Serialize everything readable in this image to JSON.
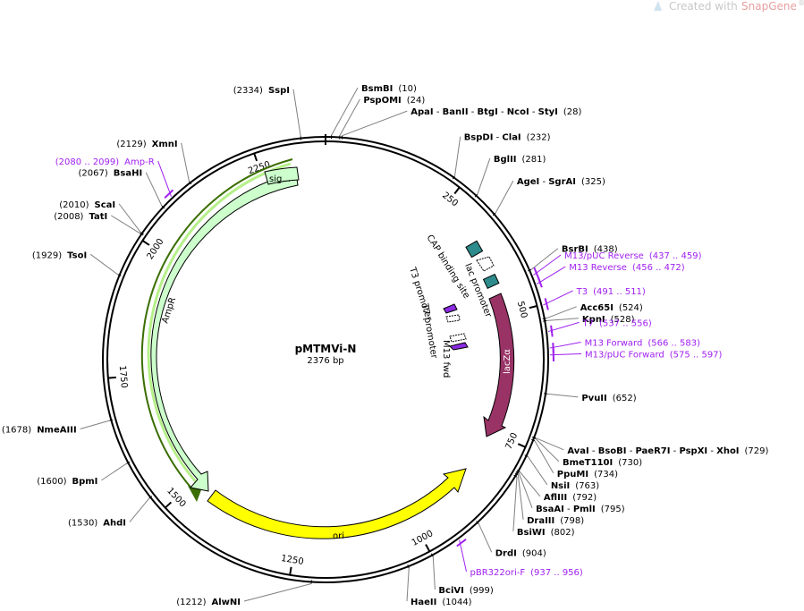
{
  "branding": {
    "created_with": "Created with",
    "app": "SnapGene",
    "mark": "®"
  },
  "plasmid": {
    "name": "pMTMVi-N",
    "size": "2376 bp",
    "length": 2376
  },
  "ticks": [
    {
      "pos": 250,
      "label": "250"
    },
    {
      "pos": 500,
      "label": "500"
    },
    {
      "pos": 750,
      "label": "750"
    },
    {
      "pos": 1000,
      "label": "1000"
    },
    {
      "pos": 1250,
      "label": "1250"
    },
    {
      "pos": 1500,
      "label": "1500"
    },
    {
      "pos": 1750,
      "label": "1750"
    },
    {
      "pos": 2000,
      "label": "2000"
    },
    {
      "pos": 2250,
      "label": "2250"
    }
  ],
  "sites": [
    {
      "pos": 2334,
      "parts": [
        {
          "t": "(2334)",
          "bold": false
        },
        {
          "t": "SspI",
          "bold": true
        }
      ]
    },
    {
      "pos": 10,
      "parts": [
        {
          "t": "BsmBI",
          "bold": true
        },
        {
          "t": "(10)",
          "bold": false
        }
      ]
    },
    {
      "pos": 24,
      "parts": [
        {
          "t": "PspOMI",
          "bold": true
        },
        {
          "t": "(24)",
          "bold": false
        }
      ]
    },
    {
      "pos": 28,
      "parts": [
        {
          "t": "ApaI",
          "bold": true
        },
        {
          "t": " - ",
          "bold": false
        },
        {
          "t": "BanII",
          "bold": true
        },
        {
          "t": " - ",
          "bold": false
        },
        {
          "t": "BtgI",
          "bold": true
        },
        {
          "t": " - ",
          "bold": false
        },
        {
          "t": "NcoI",
          "bold": true
        },
        {
          "t": " - ",
          "bold": false
        },
        {
          "t": "StyI",
          "bold": true
        },
        {
          "t": "(28)",
          "bold": false
        }
      ]
    },
    {
      "pos": 232,
      "parts": [
        {
          "t": "BspDI",
          "bold": true
        },
        {
          "t": " - ",
          "bold": false
        },
        {
          "t": "ClaI",
          "bold": true
        },
        {
          "t": "(232)",
          "bold": false
        }
      ]
    },
    {
      "pos": 281,
      "parts": [
        {
          "t": "BglII",
          "bold": true
        },
        {
          "t": "(281)",
          "bold": false
        }
      ]
    },
    {
      "pos": 325,
      "parts": [
        {
          "t": "AgeI",
          "bold": true
        },
        {
          "t": " - ",
          "bold": false
        },
        {
          "t": "SgrAI",
          "bold": true
        },
        {
          "t": "(325)",
          "bold": false
        }
      ]
    },
    {
      "pos": 438,
      "parts": [
        {
          "t": "BsrBI",
          "bold": true
        },
        {
          "t": "(438)",
          "bold": false
        }
      ]
    },
    {
      "pos": 524,
      "parts": [
        {
          "t": "Acc65I",
          "bold": true
        },
        {
          "t": "(524)",
          "bold": false
        }
      ]
    },
    {
      "pos": 528,
      "parts": [
        {
          "t": "KpnI",
          "bold": true
        },
        {
          "t": "(528)",
          "bold": false
        }
      ]
    },
    {
      "pos": 652,
      "parts": [
        {
          "t": "PvuII",
          "bold": true
        },
        {
          "t": "(652)",
          "bold": false
        }
      ]
    },
    {
      "pos": 729,
      "parts": [
        {
          "t": "AvaI",
          "bold": true
        },
        {
          "t": " - ",
          "bold": false
        },
        {
          "t": "BsoBI",
          "bold": true
        },
        {
          "t": " - ",
          "bold": false
        },
        {
          "t": "PaeR7I",
          "bold": true
        },
        {
          "t": " - ",
          "bold": false
        },
        {
          "t": "PspXI",
          "bold": true
        },
        {
          "t": " - ",
          "bold": false
        },
        {
          "t": "XhoI",
          "bold": true
        },
        {
          "t": "(729)",
          "bold": false
        }
      ]
    },
    {
      "pos": 730,
      "parts": [
        {
          "t": "BmeT110I",
          "bold": true
        },
        {
          "t": "(730)",
          "bold": false
        }
      ]
    },
    {
      "pos": 734,
      "parts": [
        {
          "t": "PpuMI",
          "bold": true
        },
        {
          "t": "(734)",
          "bold": false
        }
      ]
    },
    {
      "pos": 763,
      "parts": [
        {
          "t": "NsiI",
          "bold": true
        },
        {
          "t": "(763)",
          "bold": false
        }
      ]
    },
    {
      "pos": 792,
      "parts": [
        {
          "t": "AflIII",
          "bold": true
        },
        {
          "t": "(792)",
          "bold": false
        }
      ]
    },
    {
      "pos": 795,
      "parts": [
        {
          "t": "BsaAI",
          "bold": true
        },
        {
          "t": " - ",
          "bold": false
        },
        {
          "t": "PmlI",
          "bold": true
        },
        {
          "t": "(795)",
          "bold": false
        }
      ]
    },
    {
      "pos": 798,
      "parts": [
        {
          "t": "DraIII",
          "bold": true
        },
        {
          "t": "(798)",
          "bold": false
        }
      ]
    },
    {
      "pos": 802,
      "parts": [
        {
          "t": "BsiWI",
          "bold": true
        },
        {
          "t": "(802)",
          "bold": false
        }
      ]
    },
    {
      "pos": 904,
      "parts": [
        {
          "t": "DrdI",
          "bold": true
        },
        {
          "t": "(904)",
          "bold": false
        }
      ]
    },
    {
      "pos": 999,
      "parts": [
        {
          "t": "BciVI",
          "bold": true
        },
        {
          "t": "(999)",
          "bold": false
        }
      ]
    },
    {
      "pos": 1044,
      "parts": [
        {
          "t": "HaeII",
          "bold": true
        },
        {
          "t": "(1044)",
          "bold": false
        }
      ]
    },
    {
      "pos": 1212,
      "parts": [
        {
          "t": "(1212)",
          "bold": false
        },
        {
          "t": "AlwNI",
          "bold": true
        }
      ]
    },
    {
      "pos": 1530,
      "parts": [
        {
          "t": "(1530)",
          "bold": false
        },
        {
          "t": "AhdI",
          "bold": true
        }
      ]
    },
    {
      "pos": 1600,
      "parts": [
        {
          "t": "(1600)",
          "bold": false
        },
        {
          "t": "BpmI",
          "bold": true
        }
      ]
    },
    {
      "pos": 1678,
      "parts": [
        {
          "t": "(1678)",
          "bold": false
        },
        {
          "t": "NmeAIII",
          "bold": true
        }
      ]
    },
    {
      "pos": 1929,
      "parts": [
        {
          "t": "(1929)",
          "bold": false
        },
        {
          "t": "TsoI",
          "bold": true
        }
      ]
    },
    {
      "pos": 2008,
      "parts": [
        {
          "t": "(2008)",
          "bold": false
        },
        {
          "t": "TatI",
          "bold": true
        }
      ]
    },
    {
      "pos": 2010,
      "parts": [
        {
          "t": "(2010)",
          "bold": false
        },
        {
          "t": "ScaI",
          "bold": true
        }
      ]
    },
    {
      "pos": 2067,
      "parts": [
        {
          "t": "(2067)",
          "bold": false
        },
        {
          "t": "BsaHI",
          "bold": true
        }
      ]
    },
    {
      "pos": 2129,
      "parts": [
        {
          "t": "(2129)",
          "bold": false
        },
        {
          "t": "XmnI",
          "bold": true
        }
      ]
    }
  ],
  "primers": [
    {
      "start": 2080,
      "end": 2099,
      "parts": [
        {
          "t": "(2080 .. 2099)"
        },
        {
          "t": "Amp-R"
        }
      ]
    },
    {
      "start": 437,
      "end": 459,
      "parts": [
        {
          "t": "M13/pUC Reverse"
        },
        {
          "t": "(437 .. 459)"
        }
      ]
    },
    {
      "start": 456,
      "end": 472,
      "parts": [
        {
          "t": "M13 Reverse"
        },
        {
          "t": "(456 .. 472)"
        }
      ]
    },
    {
      "start": 491,
      "end": 511,
      "parts": [
        {
          "t": "T3"
        },
        {
          "t": "(491 .. 511)"
        }
      ]
    },
    {
      "start": 537,
      "end": 556,
      "parts": [
        {
          "t": "T7"
        },
        {
          "t": "(537 .. 556)"
        }
      ]
    },
    {
      "start": 566,
      "end": 583,
      "parts": [
        {
          "t": "M13 Forward"
        },
        {
          "t": "(566 .. 583)"
        }
      ]
    },
    {
      "start": 575,
      "end": 597,
      "parts": [
        {
          "t": "M13/pUC Forward"
        },
        {
          "t": "(575 .. 597)"
        }
      ]
    },
    {
      "start": 937,
      "end": 956,
      "parts": [
        {
          "t": "pBR322ori-F"
        },
        {
          "t": "(937 .. 956)"
        }
      ]
    }
  ],
  "features": [
    {
      "name": "AmpR",
      "color": "#ccffcc"
    },
    {
      "name": "sig...",
      "color": "#ccffcc"
    },
    {
      "name": "ori",
      "color": "#ffff00"
    },
    {
      "name": "lacZα",
      "color": "#993366"
    },
    {
      "name": "CAP binding site",
      "color": "#2e8b8b"
    },
    {
      "name": "lac promoter",
      "color": "#ffffff"
    },
    {
      "name": "T3 promoter",
      "color": "#8b2be2"
    },
    {
      "name": "T7 promoter",
      "color": "#8b2be2"
    },
    {
      "name": "M13 fwd",
      "color": "#8b2be2"
    }
  ],
  "colors": {
    "primer": "#a020f0",
    "amp_outline": "#3a6e00"
  }
}
